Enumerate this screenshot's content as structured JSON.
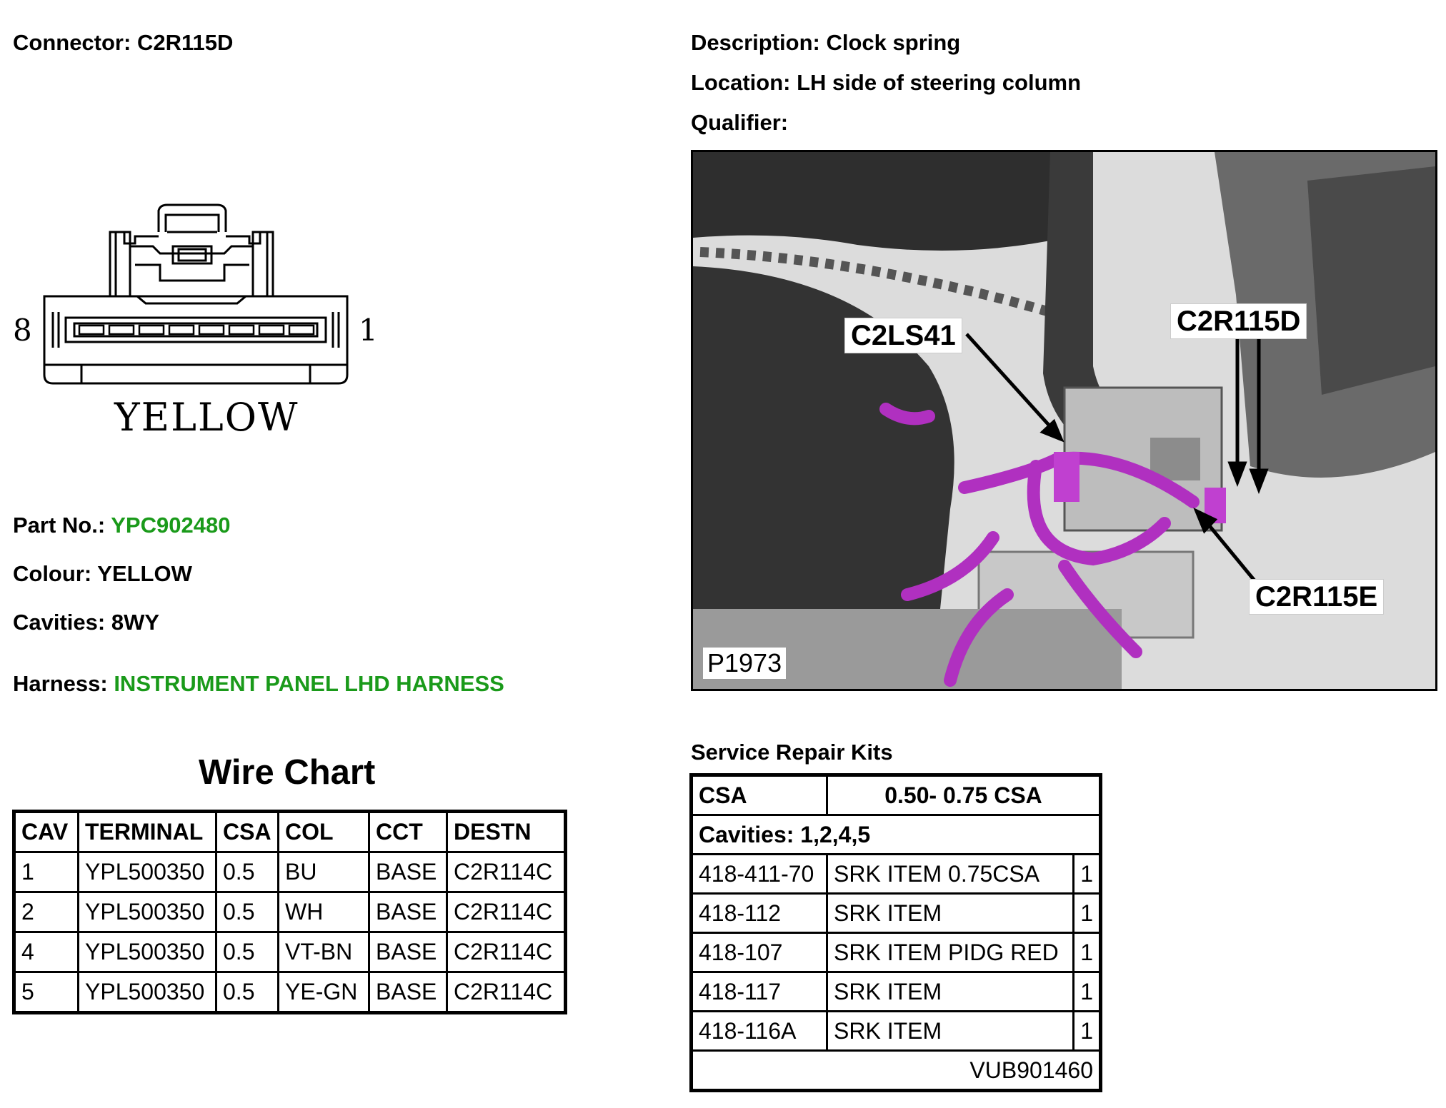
{
  "connector": {
    "label": "Connector:",
    "value": "C2R115D"
  },
  "description": {
    "label": "Description:",
    "value": "Clock spring"
  },
  "location": {
    "label": "Location:",
    "value": "LH side of steering column"
  },
  "qualifier": {
    "label": "Qualifier:",
    "value": ""
  },
  "diagram": {
    "pin_left": "8",
    "pin_right": "1",
    "colour_text": "YELLOW"
  },
  "part_no": {
    "label": "Part No.:",
    "value": "YPC902480"
  },
  "colour": {
    "label": "Colour:",
    "value": "YELLOW"
  },
  "cavities": {
    "label": "Cavities:",
    "value": "8WY"
  },
  "harness": {
    "label": "Harness:",
    "value": "INSTRUMENT PANEL LHD HARNESS"
  },
  "photo": {
    "callouts": [
      "C2LS41",
      "C2R115D",
      "C2R115E"
    ],
    "id": "P1973"
  },
  "wire_chart": {
    "title": "Wire Chart",
    "headers": [
      "CAV",
      "TERMINAL",
      "CSA",
      "COL",
      "CCT",
      "DESTN"
    ],
    "rows": [
      [
        "1",
        "YPL500350",
        "0.5",
        "BU",
        "BASE",
        "C2R114C"
      ],
      [
        "2",
        "YPL500350",
        "0.5",
        "WH",
        "BASE",
        "C2R114C"
      ],
      [
        "4",
        "YPL500350",
        "0.5",
        "VT-BN",
        "BASE",
        "C2R114C"
      ],
      [
        "5",
        "YPL500350",
        "0.5",
        "YE-GN",
        "BASE",
        "C2R114C"
      ]
    ]
  },
  "service_kits": {
    "title": "Service Repair Kits",
    "csa_label": "CSA",
    "csa_value": "0.50- 0.75 CSA",
    "cavities": "Cavities: 1,2,4,5",
    "rows": [
      [
        "418-411-70",
        "SRK ITEM 0.75CSA",
        "1"
      ],
      [
        "418-112",
        "SRK ITEM",
        "1"
      ],
      [
        "418-107",
        "SRK ITEM PIDG RED",
        "1"
      ],
      [
        "418-117",
        "SRK ITEM",
        "1"
      ],
      [
        "418-116A",
        "SRK ITEM",
        "1"
      ]
    ],
    "kit_number": "VUB901460"
  },
  "colors": {
    "harness_green": "#1a9a1a",
    "wire_purple": "#b030c0"
  }
}
